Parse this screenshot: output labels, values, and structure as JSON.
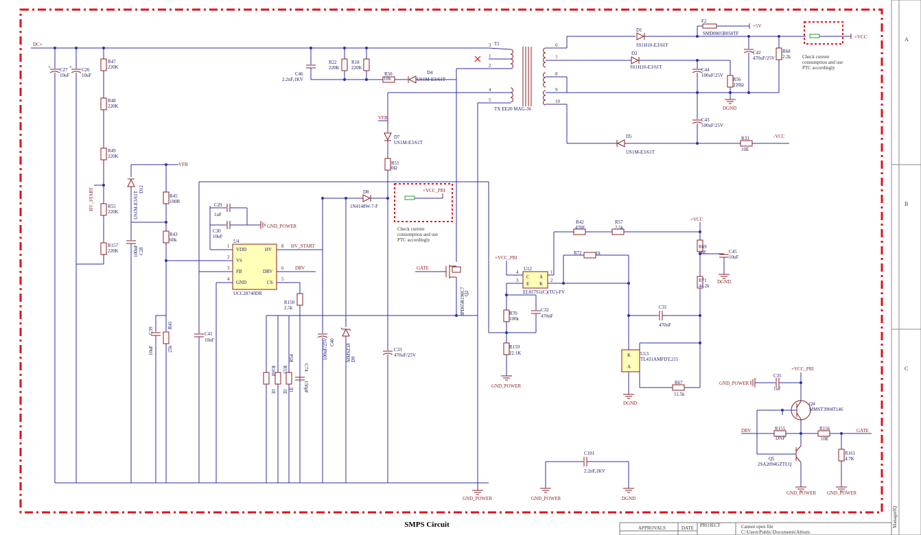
{
  "title": "SMPS Circuit",
  "frame": {
    "rows": [
      "A",
      "B",
      "C"
    ],
    "sidebar_text": "ManagerIQ",
    "title_block": {
      "approvals": "APPROVALS",
      "date": "DATE",
      "project": "PROJECT",
      "file_msg": "Cannot open file",
      "file_path": "C:\\Users\\Public\\Documents\\Altium"
    }
  },
  "nets": {
    "dc_plus": "DC+",
    "vfb": "VFB",
    "vfb2": "VFB",
    "hv_start": "HV_START",
    "hv_start_v": "HV_START",
    "drv": "DRV",
    "drv2": "DRV",
    "gate": "GATE",
    "gate2": "GATE",
    "p5v": "+5V",
    "pvcc": "+VCC",
    "pvcc2": "+VCC",
    "nvcc": "-VCC",
    "vcc_pri": "+VCC_PRI",
    "vcc_pri2": "+VCC_PRI",
    "vcc_pri3": "+VCC_PRI",
    "gnd_power": "GND_POWER",
    "gnd_power2": "GND_POWER",
    "gnd_power3": "GND_POWER",
    "gnd_power4": "GND_POWER",
    "gnd_power5": "GND_POWER",
    "gnd_power6": "GND_POWER",
    "gnd_power7": "GND_POWER",
    "dgnd": "DGND",
    "dgnd2": "DGND",
    "dgnd3": "DGND",
    "dgnd4": "DGND"
  },
  "components": {
    "C27": {
      "ref": "C27",
      "val": "10uF"
    },
    "C26": {
      "ref": "C26",
      "val": "10uF"
    },
    "R47": {
      "ref": "R47",
      "val": "220K"
    },
    "R48": {
      "ref": "R48",
      "val": "220K"
    },
    "R49": {
      "ref": "R49",
      "val": "220K"
    },
    "R55": {
      "ref": "R55",
      "val": "220K"
    },
    "R157": {
      "ref": "R157",
      "val": "220K"
    },
    "D12": {
      "ref": "D12",
      "val": "US1M-E3/61T"
    },
    "C28": {
      "ref": "C28",
      "val": "100nF"
    },
    "R45": {
      "ref": "R45",
      "val": "100R"
    },
    "R43": {
      "ref": "R43",
      "val": "60k"
    },
    "R41": {
      "ref": "R41",
      "val": "25k"
    },
    "C39": {
      "ref": "C39",
      "val": "10uF"
    },
    "C29": {
      "ref": "C29",
      "val": "1uF"
    },
    "C30": {
      "ref": "C30",
      "val": "10uF"
    },
    "U4": {
      "ref": "U4",
      "val": "UCC28740DR",
      "pins": {
        "vdd": "VDD",
        "vs": "VS",
        "fb": "FB",
        "gnd": "GND",
        "hv": "HV",
        "drv": "DRV",
        "cs": "CS"
      }
    },
    "C41": {
      "ref": "C41",
      "val": "10uF"
    },
    "R150": {
      "ref": "R150",
      "val": "2.5k"
    },
    "R160": {
      "ref": "R160",
      "val": "1E"
    },
    "R53": {
      "ref": "R53",
      "val": "1E"
    },
    "R54": {
      "ref": "R54",
      "val": "1E"
    },
    "C74": {
      "ref": "C74",
      "val": "150pF"
    },
    "C46": {
      "ref": "C46",
      "val": "2.2nF,1KV"
    },
    "R22": {
      "ref": "R22",
      "val": "220K"
    },
    "R18": {
      "ref": "R18",
      "val": "220K"
    },
    "R50": {
      "ref": "R50",
      "val": "10E"
    },
    "D4": {
      "ref": "D4",
      "val": "US1M-E3/61T"
    },
    "D7": {
      "ref": "D7",
      "val": "US1M-E3/61T"
    },
    "R51": {
      "ref": "R51",
      "val": "0Ω"
    },
    "D8": {
      "ref": "D8",
      "val": "1N4148W-7-F"
    },
    "C40": {
      "ref": "C40",
      "val": "100uF/25V"
    },
    "D9": {
      "ref": "D9",
      "val": "MMSZ18"
    },
    "C33": {
      "ref": "C33",
      "val": "470uF/25V"
    },
    "Q2": {
      "ref": "Q2",
      "val": "IPD65R190C7"
    },
    "T1": {
      "ref": "T1",
      "val": "TX EE20 MAG-36"
    },
    "D1": {
      "ref": "D1",
      "val": "SS1H10-E3/61T"
    },
    "D2": {
      "ref": "D2",
      "val": "SS1H10-E3/61T"
    },
    "F2": {
      "ref": "F2",
      "val": "SMD0805B050TF"
    },
    "C42": {
      "ref": "C42",
      "val": "470uF/25V"
    },
    "R68": {
      "ref": "R68",
      "val": "2.2k"
    },
    "C44": {
      "ref": "C44",
      "val": "100uF/25V"
    },
    "R56": {
      "ref": "R56",
      "val": "220Ω"
    },
    "C43": {
      "ref": "C43",
      "val": "100uF/25V"
    },
    "D5": {
      "ref": "D5",
      "val": "US1M-E3/61T"
    },
    "R33": {
      "ref": "R33",
      "val": "10E"
    },
    "R42": {
      "ref": "R42",
      "val": "470E"
    },
    "R57": {
      "ref": "R57",
      "val": "2.5k"
    },
    "R72": {
      "ref": "R72",
      "val": "1k"
    },
    "U12": {
      "ref": "U12",
      "val": "EL817S1(C)(TU)-FV",
      "pins": {
        "c": "C",
        "e": "E",
        "a": "A",
        "k": "K"
      }
    },
    "R70": {
      "ref": "R70",
      "val": "100k"
    },
    "C32": {
      "ref": "C32",
      "val": "470nF"
    },
    "R159": {
      "ref": "R159",
      "val": "22.1K"
    },
    "R69": {
      "ref": "R69",
      "val": "10E"
    },
    "C45": {
      "ref": "C45",
      "val": "10uF"
    },
    "R71": {
      "ref": "R71",
      "val": "44.2k"
    },
    "C31": {
      "ref": "C31",
      "val": "470nF"
    },
    "U13": {
      "ref": "U13",
      "val": "TL431AMFDT,215"
    },
    "R67": {
      "ref": "R67",
      "val": "11.5k"
    },
    "C35": {
      "ref": "C35",
      "val": "1uF"
    },
    "Q4": {
      "ref": "Q4",
      "val": "MMST3904T146"
    },
    "R155": {
      "ref": "R155",
      "val": "DNP"
    },
    "R156": {
      "ref": "R156",
      "val": "10E"
    },
    "Q5": {
      "ref": "Q5",
      "val": "2SA2094GZTLQ"
    },
    "R161": {
      "ref": "R161",
      "val": "4.7K"
    },
    "C101": {
      "ref": "C101",
      "val": "2.2nF,1KV"
    }
  },
  "notes": {
    "ptc_primary": "Check current consumption and use PTC accordingly",
    "ptc_secondary": "Check current consumption and use PTC accordingly"
  },
  "transformer_pins": [
    "3",
    "1",
    "2",
    "4",
    "5",
    "6",
    "7",
    "8",
    "9",
    "10"
  ]
}
